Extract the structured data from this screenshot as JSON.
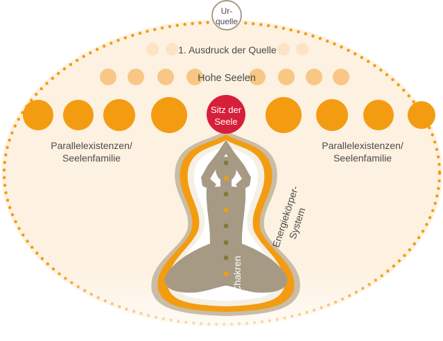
{
  "source": {
    "line1": "Ur-",
    "line2": "quelle"
  },
  "first_expression": "1. Ausdruck der Quelle",
  "high_souls": "Hohe Seelen",
  "seat_of_soul": {
    "line1": "Sitz der",
    "line2": "Seele"
  },
  "parallel_left": {
    "line1": "Parallelexistenzen/",
    "line2": "Seelenfamilie"
  },
  "parallel_right": {
    "line1": "Parallelexistenzen/",
    "line2": "Seelenfamilie"
  },
  "energy_body": {
    "line1": "Energiekörper-",
    "line2": "System"
  },
  "chakras": "Chakren",
  "colors": {
    "orange": "#f39c12",
    "light_orange": "#f8c785",
    "pale_orange": "#fbe3c4",
    "background_fill": "#fdf1e1",
    "seat_red": "#d61f3a",
    "silhouette": "#a69a85",
    "chakra_green": "#7f7a3a"
  }
}
